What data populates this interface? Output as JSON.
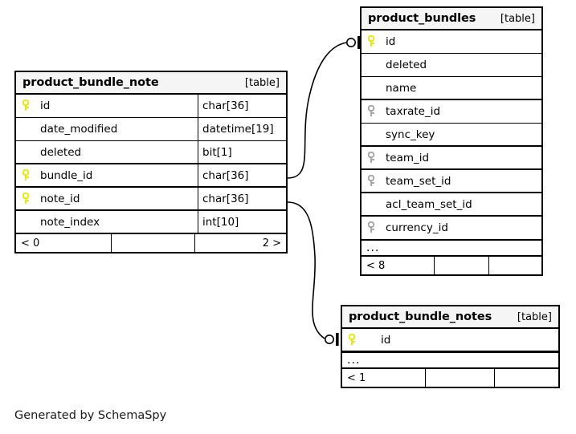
{
  "diagram": {
    "type": "entity-relationship-diagram",
    "caption": "Generated by SchemaSpy",
    "table_tag": "[table]",
    "more_glyph": "...",
    "pk_icon": "key-icon-primary",
    "fk_icon": "key-icon-foreign",
    "colors": {
      "primary_key": "#e8e80d",
      "foreign_key": "#a8a8a8",
      "border": "#000000",
      "header_background": "#f5f5f5",
      "page_background": "#ffffff"
    }
  },
  "tables": [
    {
      "id": "product_bundle_note",
      "name": "product_bundle_note",
      "tag": "[table]",
      "columns": [
        {
          "name": "id",
          "type": "char[36]",
          "key": "primary"
        },
        {
          "name": "date_modified",
          "type": "datetime[19]",
          "key": "none"
        },
        {
          "name": "deleted",
          "type": "bit[1]",
          "key": "none"
        },
        {
          "name": "bundle_id",
          "type": "char[36]",
          "key": "primary"
        },
        {
          "name": "note_id",
          "type": "char[36]",
          "key": "primary"
        },
        {
          "name": "note_index",
          "type": "int[10]",
          "key": "none"
        }
      ],
      "has_more_row": false,
      "footer": {
        "left": "< 0",
        "middle": "",
        "right": "2 >"
      }
    },
    {
      "id": "product_bundles",
      "name": "product_bundles",
      "tag": "[table]",
      "columns": [
        {
          "name": "id",
          "type": "",
          "key": "primary"
        },
        {
          "name": "deleted",
          "type": "",
          "key": "none"
        },
        {
          "name": "name",
          "type": "",
          "key": "none"
        },
        {
          "name": "taxrate_id",
          "type": "",
          "key": "foreign"
        },
        {
          "name": "sync_key",
          "type": "",
          "key": "none"
        },
        {
          "name": "team_id",
          "type": "",
          "key": "foreign"
        },
        {
          "name": "team_set_id",
          "type": "",
          "key": "foreign"
        },
        {
          "name": "acl_team_set_id",
          "type": "",
          "key": "none"
        },
        {
          "name": "currency_id",
          "type": "",
          "key": "foreign"
        }
      ],
      "has_more_row": true,
      "more_glyph": "...",
      "footer": {
        "left": "< 8",
        "middle": "",
        "right": ""
      }
    },
    {
      "id": "product_bundle_notes",
      "name": "product_bundle_notes",
      "tag": "[table]",
      "columns": [
        {
          "name": "id",
          "type": "",
          "key": "primary"
        }
      ],
      "has_more_row": true,
      "more_glyph": "...",
      "footer": {
        "left": "< 1",
        "middle": "",
        "right": ""
      }
    }
  ],
  "relationships": [
    {
      "id": "bundle_id-to-product_bundles",
      "from_table": "product_bundle_note",
      "from_column": "bundle_id",
      "to_table": "product_bundles",
      "to_column": "id",
      "end_marker": "zero-or-one"
    },
    {
      "id": "note_id-to-product_bundle_notes",
      "from_table": "product_bundle_note",
      "from_column": "note_id",
      "to_table": "product_bundle_notes",
      "to_column": "id",
      "end_marker": "zero-or-one"
    }
  ]
}
